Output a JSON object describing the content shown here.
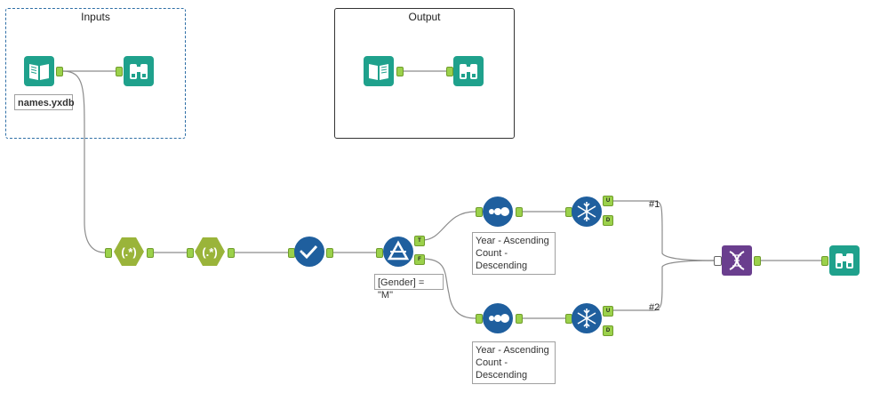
{
  "containers": {
    "inputs": {
      "title": "Inputs"
    },
    "output": {
      "title": "Output"
    }
  },
  "annotations": {
    "input_file": "names.yxdb",
    "filter_expr": "[Gender] = \"M\"",
    "sort_top": [
      "Year - Ascending",
      "Count -",
      "Descending"
    ],
    "sort_bottom": [
      "Year - Ascending",
      "Count -",
      "Descending"
    ]
  },
  "union_labels": {
    "first": "#1",
    "second": "#2"
  },
  "anchor_labels": {
    "true": "T",
    "false": "F",
    "unique": "U",
    "dup": "D"
  },
  "icons": {
    "input": "book-input-icon",
    "browse": "binoculars-browse-icon",
    "regex": "regex-hexagon-icon",
    "select": "checkmark-select-icon",
    "filter": "filter-triangle-icon",
    "sort": "sort-dots-icon",
    "unique": "snowflake-unique-icon",
    "union": "dna-union-icon"
  },
  "colors": {
    "teal": "#1fa18c",
    "olive": "#9ab43a",
    "blue": "#1f5f9e",
    "purple": "#6a3e8e",
    "anchor": "#9bd14b",
    "container_dashed_border": "#2f6fa6",
    "container_solid_border": "#333333",
    "wire": "#8c8c8c"
  }
}
